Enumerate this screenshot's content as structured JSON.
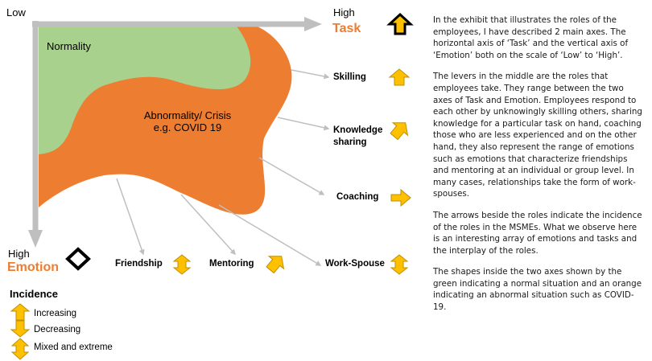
{
  "axes": {
    "top_left_label": "Low",
    "x_high_label": "High",
    "x_title": "Task",
    "y_high_label": "High",
    "y_title": "Emotion"
  },
  "regions": {
    "normal": {
      "label": "Normality",
      "color": "#A9D18E"
    },
    "abnormal": {
      "label_line1": "Abnormality/ Crisis",
      "label_line2": "e.g. COVID 19",
      "color": "#ED7D31"
    }
  },
  "roles": [
    {
      "label": "Skilling",
      "incidence": "increasing"
    },
    {
      "label": "Knowledge",
      "label2": "sharing",
      "incidence": "increasing"
    },
    {
      "label": "Coaching",
      "incidence": "increasing"
    },
    {
      "label": "Work-Spouse",
      "incidence": "mixed"
    },
    {
      "label": "Mentoring",
      "incidence": "increasing"
    },
    {
      "label": "Friendship",
      "incidence": "mixed"
    }
  ],
  "legend": {
    "title": "Incidence",
    "items": [
      {
        "label": "Increasing",
        "icon": "arrow-up-icon"
      },
      {
        "label": "Decreasing",
        "icon": "arrow-down-icon"
      },
      {
        "label": "Mixed and extreme",
        "icon": "arrow-updown-icon"
      }
    ]
  },
  "colors": {
    "arrow_fill": "#FFC000",
    "arrow_stroke": "#BF9000",
    "axis": "#BFBFBF",
    "connector": "#BFBFBF"
  },
  "description": [
    "In the exhibit that illustrates the roles of the employees, I have described 2 main axes. The horizontal axis of ‘Task’ and the vertical axis of ‘Emotion’ both on the scale of ‘Low’ to ‘High’.",
    "The levers in the middle are the roles that employees take. They range between the two axes of Task and Emotion. Employees respond to each other by unknowingly skilling others, sharing knowledge for a particular task on hand, coaching those who are less experienced and on the other hand, they also represent the range of emotions such as emotions that characterize friendships and mentoring at an individual or group level. In many cases, relationships take the form of work-spouses.",
    "The arrows beside the roles indicate the incidence of the roles in the MSMEs. What we observe here is an interesting array of emotions and tasks and the interplay of the roles.",
    "The shapes inside the two axes shown by the green indicating a normal situation and an orange indicating an abnormal situation such as COVID-19."
  ]
}
